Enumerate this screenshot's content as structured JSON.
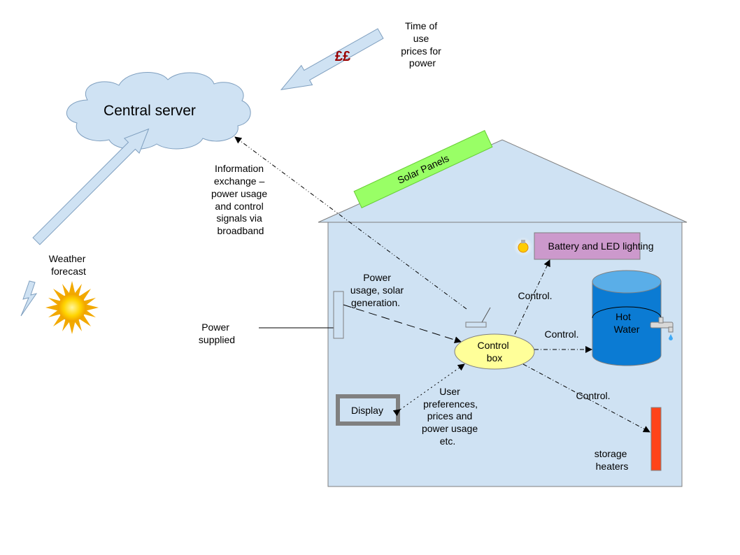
{
  "labels": {
    "central_server": "Central server",
    "time_of_use": [
      "Time of",
      "use",
      "prices for",
      "power"
    ],
    "pound_symbol": "££",
    "info_exchange": [
      "Information",
      "exchange –",
      "power usage",
      "and control",
      "signals via",
      "broadband"
    ],
    "weather": [
      "Weather",
      "forecast"
    ],
    "solar_panels": "Solar Panels",
    "battery_led": "Battery and LED lighting",
    "hot_water": [
      "Hot",
      "Water"
    ],
    "power_usage": [
      "Power",
      "usage, solar",
      "generation."
    ],
    "power_supplied": [
      "Power",
      "supplied"
    ],
    "control_box": [
      "Control",
      "box"
    ],
    "control_1": "Control.",
    "control_2": "Control.",
    "control_3": "Control.",
    "display": "Display",
    "user_prefs": [
      "User",
      "preferences,",
      "prices and",
      "power usage",
      "etc."
    ],
    "storage_heaters": [
      "storage",
      "heaters"
    ]
  },
  "colors": {
    "house_fill": "#cfe2f3",
    "house_stroke": "#7f7f7f",
    "cloud_fill": "#cfe2f3",
    "arrow_fill": "#cfe2f3",
    "solar_fill": "#99ff66",
    "battery_fill": "#cc99cc",
    "tank_fill": "#0b7bd3",
    "tank_top": "#5aaee8",
    "control_box_fill": "#ffff99",
    "heater_fill": "#ff4419",
    "display_frame": "#7f7f7f",
    "pound_color": "#990000",
    "sun_color": "#ffcc00"
  },
  "icons": [
    "sun-icon",
    "lightning-icon",
    "bulb-icon",
    "tap-icon"
  ]
}
